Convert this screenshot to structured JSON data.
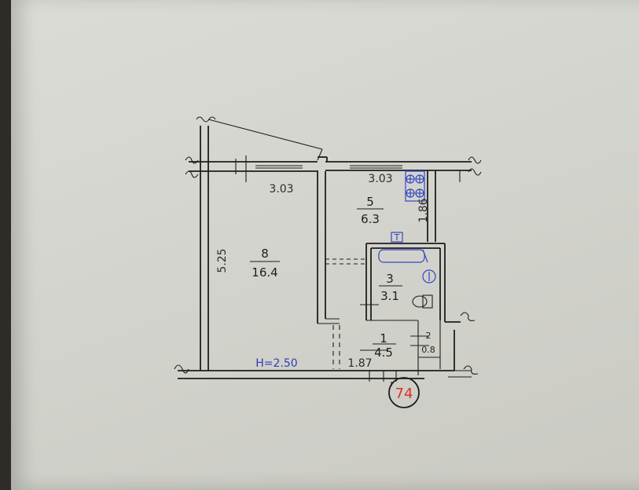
{
  "floor_plan": {
    "ceiling_height": "H=2.50",
    "apartment_number": "74",
    "rooms": [
      {
        "id": "room-8",
        "number": "8",
        "area": "16.4"
      },
      {
        "id": "room-5",
        "number": "5",
        "area": "6.3"
      },
      {
        "id": "room-3",
        "number": "3",
        "area": "3.1"
      },
      {
        "id": "room-1",
        "number": "1",
        "area": "4.5"
      },
      {
        "id": "room-2",
        "number": "2",
        "area": "0.8"
      }
    ],
    "dimensions": {
      "room8_width": "3.03",
      "kitchen_width": "3.03",
      "room8_length": "5.25",
      "kitchen_depth": "1.86",
      "hall_length": "1.87"
    },
    "fixtures": {
      "stove": "stove-symbol",
      "bathtub": "bathtub-symbol",
      "toilet": "toilet-symbol",
      "tap_label": "T"
    },
    "colors": {
      "ink": "#1d1d1d",
      "blue_ink": "#2c3fb5",
      "red_ink": "#d8322c",
      "paper": "#d6d6d0"
    }
  }
}
